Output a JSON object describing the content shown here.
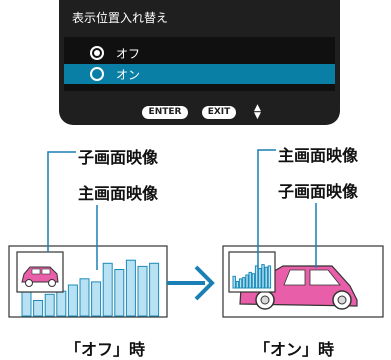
{
  "menu": {
    "title": "表示位置入れ替え",
    "options": [
      {
        "label": "オフ",
        "selected": true
      },
      {
        "label": "オン",
        "selected": false
      }
    ],
    "enter_label": "ENTER",
    "exit_label": "EXIT",
    "arrows_icon": "up-down-arrows-icon",
    "colors": {
      "background": "#1f1f1f",
      "highlight": "#0a7fa5"
    }
  },
  "diagram": {
    "left": {
      "sub_label": "子画面映像",
      "main_label": "主画面映像",
      "caption": "「オフ」時"
    },
    "right": {
      "main_label": "主画面映像",
      "sub_label": "子画面映像",
      "caption": "「オン」時"
    },
    "bars": [
      0.45,
      0.25,
      0.35,
      0.4,
      0.5,
      0.6,
      0.55,
      0.85,
      0.75,
      0.9,
      0.8,
      0.85
    ],
    "colors": {
      "bar_fill": "#b8e1f3",
      "bar_stroke": "#1a8bb8",
      "car_fill": "#e85ea8",
      "arrow": "#1a7fb5"
    }
  }
}
